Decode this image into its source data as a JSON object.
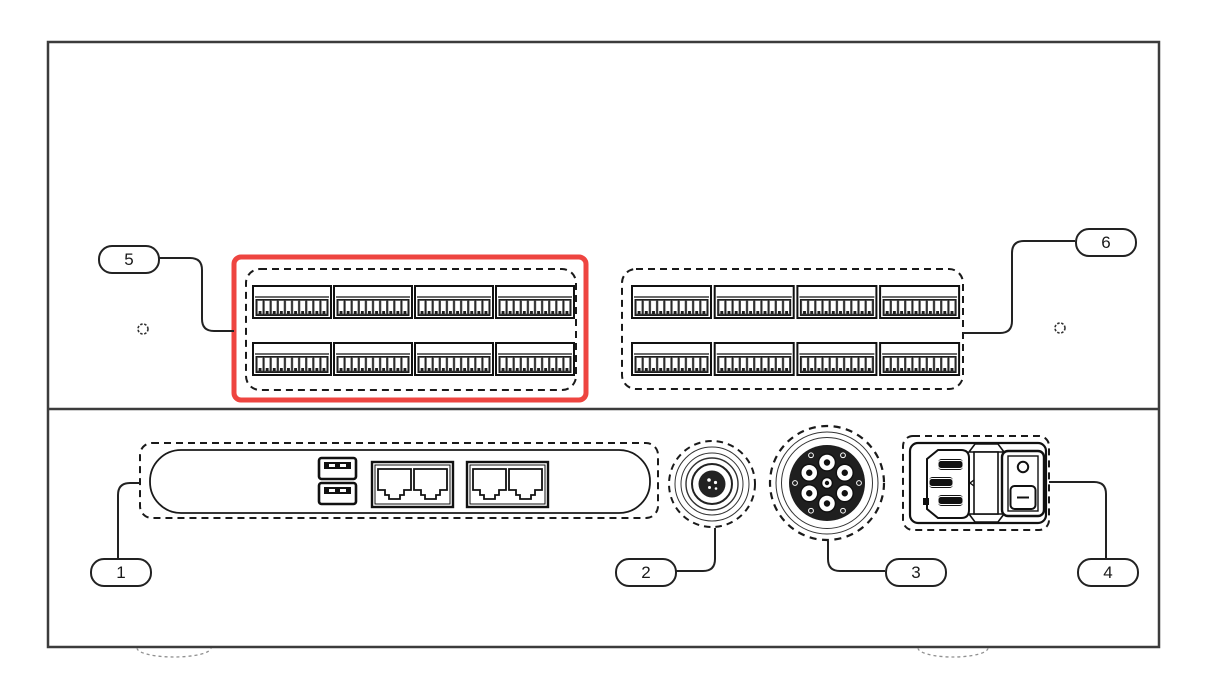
{
  "diagram": {
    "type": "rear-panel-line-drawing",
    "colors": {
      "highlight": "#ee4540",
      "line": "#1a1a1a",
      "frame": "#3c3c3c"
    },
    "callouts": [
      {
        "label": "1",
        "target": "io-slot-panel"
      },
      {
        "label": "2",
        "target": "small-circular-connector"
      },
      {
        "label": "3",
        "target": "large-circular-connector"
      },
      {
        "label": "4",
        "target": "power-entry-module"
      },
      {
        "label": "5",
        "target": "terminal-block-group-left-highlighted"
      },
      {
        "label": "6",
        "target": "terminal-block-group-right"
      }
    ],
    "terminal_groups": [
      {
        "id": "group-5",
        "rows": 2,
        "cols": 4,
        "teeth_per_block": 10,
        "highlighted": true
      },
      {
        "id": "group-6",
        "rows": 2,
        "cols": 4,
        "teeth_per_block": 10,
        "highlighted": false
      }
    ],
    "io_panel": {
      "usb_ports": 2,
      "ethernet_modules": 2,
      "jacks_per_module": 2
    }
  }
}
